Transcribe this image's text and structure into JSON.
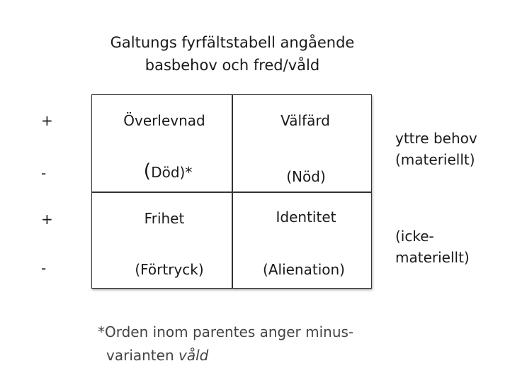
{
  "title": {
    "line1": "Galtungs fyrfältstabell angående",
    "line2": "basbehov och fred/våld"
  },
  "cells": {
    "top_left": {
      "label": "Överlevnad",
      "minus_open": "(",
      "minus_rest": "Död)*"
    },
    "top_right": {
      "label": "Välfärd",
      "minus": "(Nöd)"
    },
    "bottom_left": {
      "label": "Frihet",
      "minus": "(Förtryck)"
    },
    "bottom_right": {
      "label": "Identitet",
      "minus": "(Alienation)"
    }
  },
  "signs": [
    "+",
    "-",
    "+",
    "-"
  ],
  "side_labels": {
    "top_line1": "yttre behov",
    "top_line2": "(materiellt)",
    "bottom_line1": "(icke-",
    "bottom_line2": "materiellt)"
  },
  "footnote": {
    "line1": "*Orden inom parentes anger minus-",
    "line2_plain": "varianten ",
    "line2_italic": "våld"
  }
}
